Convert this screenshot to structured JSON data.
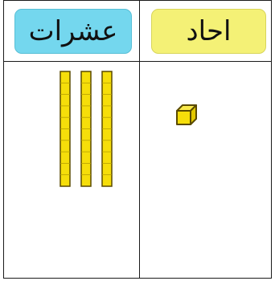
{
  "columns": {
    "tens": {
      "label": "عشرات",
      "count": 3
    },
    "ones": {
      "label": "احاد",
      "count": 1
    }
  },
  "colors": {
    "tens_label_bg": "#74d7ee",
    "ones_label_bg": "#f4f176",
    "block_fill": "#f6de0a",
    "block_stroke": "#5a4a00"
  },
  "icons": {
    "ten_rod": "ten-rod-icon",
    "unit_cube": "unit-cube-icon"
  }
}
